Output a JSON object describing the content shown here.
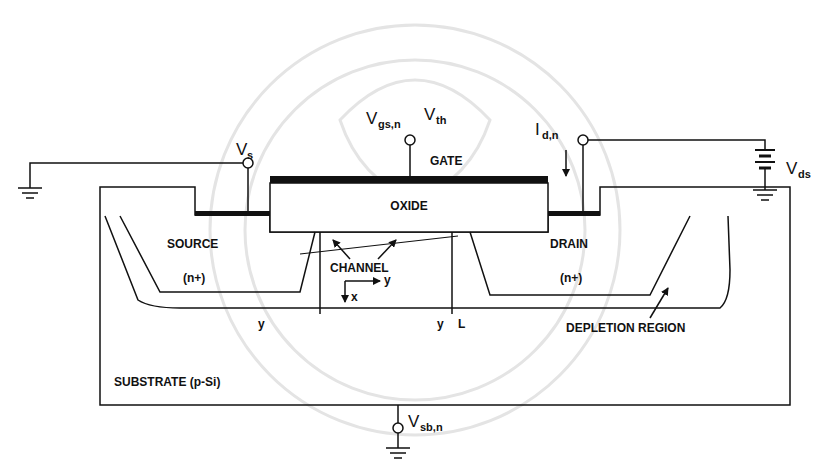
{
  "diagram": {
    "nodes": [
      {
        "text": [
          "SUBSTRATE (p-Si)"
        ]
      },
      {
        "text": [
          "SOURCE",
          "(n+)"
        ],
        "in": 0
      },
      {
        "text": [
          "DRAIN",
          "(n+)"
        ],
        "in": 0
      },
      {
        "text": [
          "OXIDE"
        ]
      },
      {
        "text": [
          "GATE"
        ]
      }
    ],
    "labels": [
      "V",
      "s",
      "V",
      "gs,n",
      "V",
      "th",
      "I",
      "d,n",
      "V",
      "ds",
      "CHANNEL",
      "x",
      "y",
      "y",
      "y",
      "L",
      "DEPLETION REGION",
      "V",
      "sb,n"
    ]
  }
}
